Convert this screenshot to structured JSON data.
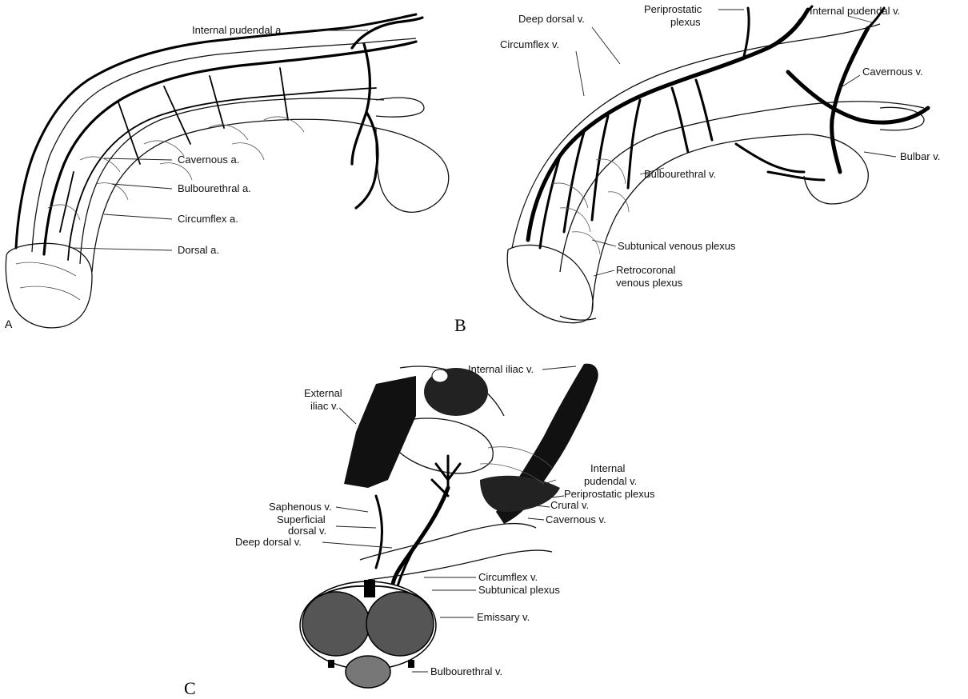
{
  "panels": {
    "a": {
      "letter": "A",
      "labels": {
        "internal_pudendal_a": "Internal pudendal a.",
        "cavernous_a": "Cavernous a.",
        "bulbourethral_a": "Bulbourethral a.",
        "circumflex_a": "Circumflex a.",
        "dorsal_a": "Dorsal a."
      }
    },
    "b": {
      "letter": "B",
      "labels": {
        "periprostatic_1": "Periprostatic",
        "periprostatic_2": "plexus",
        "internal_pudendal_v": "Internal pudendal v.",
        "deep_dorsal_v": "Deep dorsal v.",
        "circumflex_v": "Circumflex v.",
        "cavernous_v": "Cavernous v.",
        "bulbar_v": "Bulbar v.",
        "bulbourethral_v": "Bulbourethral v.",
        "subtunical_plexus": "Subtunical venous plexus",
        "retrocoronal_1": "Retrocoronal",
        "retrocoronal_2": "venous plexus"
      }
    },
    "c": {
      "letter": "C",
      "labels": {
        "internal_iliac_v": "Internal iliac v.",
        "external_iliac_1": "External",
        "external_iliac_2": "iliac v.",
        "internal_pudendal_1": "Internal",
        "internal_pudendal_2": "pudendal v.",
        "periprostatic_plexus": "Periprostatic plexus",
        "crural_v": "Crural v.",
        "cavernous_v": "Cavernous v.",
        "saphenous_v": "Saphenous v.",
        "superficial_1": "Superficial",
        "superficial_2": "dorsal v.",
        "deep_dorsal_v": "Deep dorsal v.",
        "circumflex_v": "Circumflex v.",
        "subtunical_plexus": "Subtunical plexus",
        "emissary_v": "Emissary v.",
        "bulbourethral_v": "Bulbourethral v."
      }
    }
  }
}
